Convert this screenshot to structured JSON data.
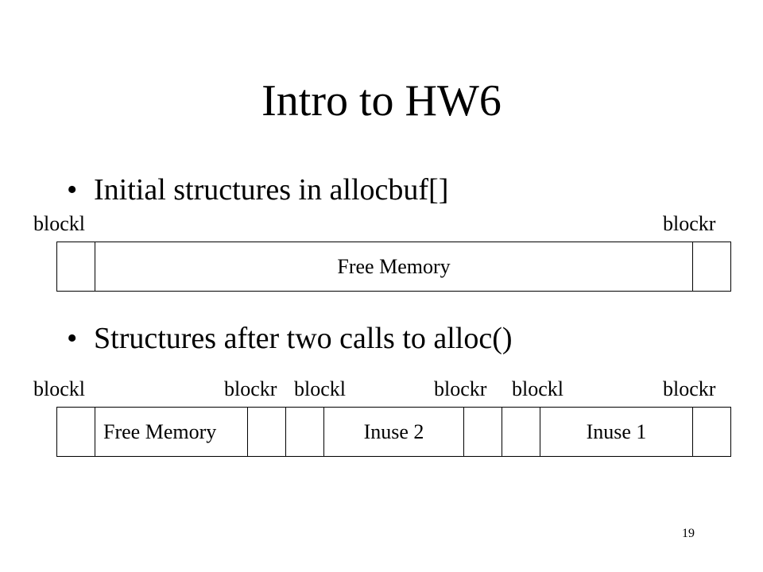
{
  "slide": {
    "title": "Intro to HW6",
    "page_number": "19"
  },
  "bullets": [
    "Initial structures in allocbuf[]",
    "Structures after two calls to alloc()"
  ],
  "diagram1": {
    "labels": [
      "blockl",
      "blockr"
    ],
    "cells": [
      "",
      "Free Memory",
      ""
    ]
  },
  "diagram2": {
    "labels": [
      "blockl",
      "blockr",
      "blockl",
      "blockr",
      "blockl",
      "blockr"
    ],
    "cells": [
      "",
      "Free Memory",
      "",
      "",
      "Inuse 2",
      "",
      "",
      "Inuse 1",
      ""
    ]
  }
}
